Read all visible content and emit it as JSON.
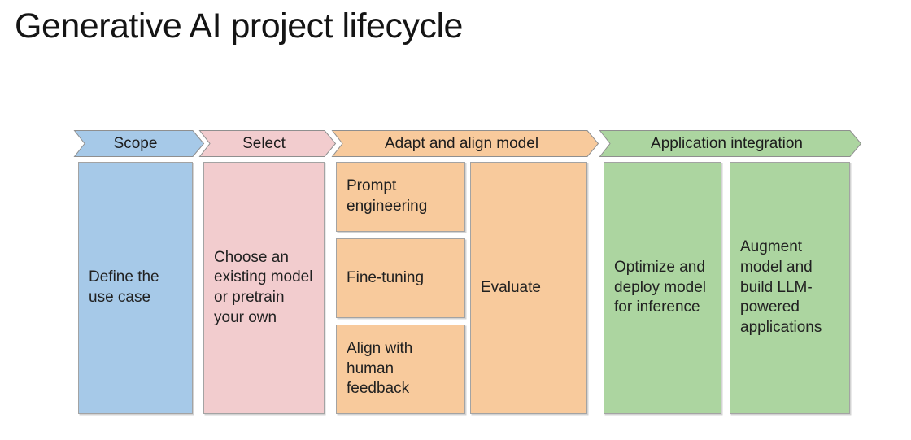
{
  "title": "Generative AI project lifecycle",
  "stages": [
    {
      "label": "Scope",
      "color_name": "blue",
      "fill": "#A6C9E8",
      "boxes": [
        "Define the use case"
      ]
    },
    {
      "label": "Select",
      "color_name": "pink",
      "fill": "#F2CCCE",
      "boxes": [
        "Choose an existing model or pretrain your own"
      ]
    },
    {
      "label": "Adapt and align model",
      "color_name": "orange",
      "fill": "#F8CA9C",
      "boxes": [
        "Prompt engineering",
        "Fine-tuning",
        "Align with human feedback",
        "Evaluate"
      ]
    },
    {
      "label": "Application integration",
      "color_name": "green",
      "fill": "#ACD5A0",
      "boxes": [
        "Optimize and deploy model for inference",
        "Augment model and build LLM-powered applications"
      ]
    }
  ],
  "palette": {
    "background": "#FFFFFF",
    "text": "#212121",
    "box_border": "#A3A3A3",
    "chevron_border": "#8F8F8F"
  }
}
